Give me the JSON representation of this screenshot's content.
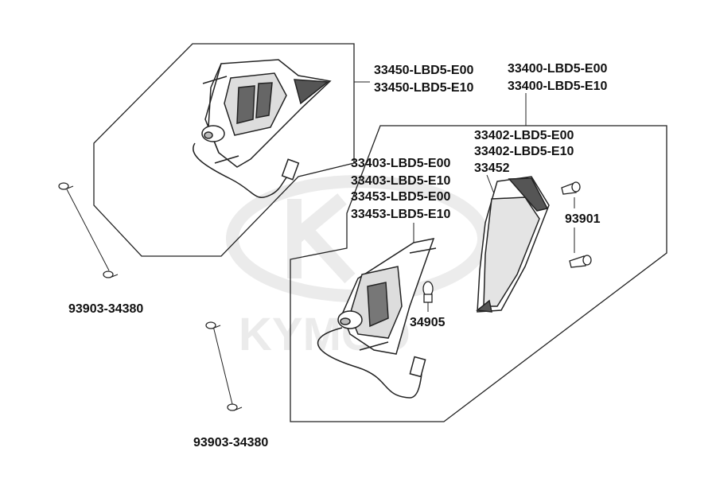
{
  "watermark": {
    "text": "KYMCO",
    "color": "#c8c8c8"
  },
  "labels": {
    "p33450_e00": "33450-LBD5-E00",
    "p33450_e10": "33450-LBD5-E10",
    "p33400_e00": "33400-LBD5-E00",
    "p33400_e10": "33400-LBD5-E10",
    "p33402_e00": "33402-LBD5-E00",
    "p33402_e10": "33402-LBD5-E10",
    "p33452": "33452",
    "p33403_e00": "33403-LBD5-E00",
    "p33403_e10": "33403-LBD5-E10",
    "p33453_e00": "33453-LBD5-E00",
    "p33453_e10": "33453-LBD5-E10",
    "p93901": "93901",
    "p34905": "34905",
    "p93903_a": "93903-34380",
    "p93903_b": "93903-34380"
  },
  "colors": {
    "line": "#222222",
    "part_fill": "#ffffff",
    "shade": "#555555"
  }
}
